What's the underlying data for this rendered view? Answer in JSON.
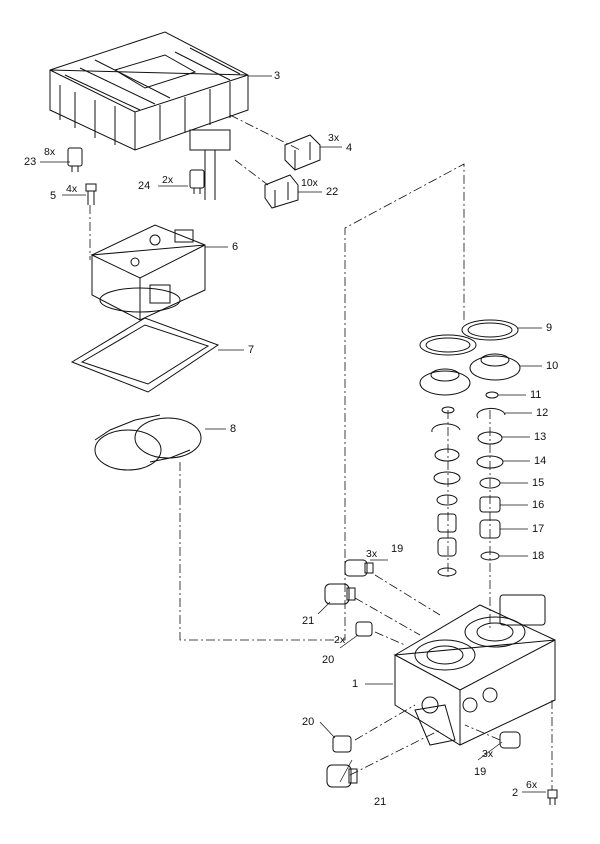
{
  "callouts": [
    {
      "id": "p3",
      "num": "3"
    },
    {
      "id": "p4",
      "num": "4",
      "qty": "3x"
    },
    {
      "id": "p23",
      "num": "23",
      "qty": "8x"
    },
    {
      "id": "p24",
      "num": "24",
      "qty": "2x"
    },
    {
      "id": "p22",
      "num": "22",
      "qty": "10x"
    },
    {
      "id": "p5",
      "num": "5",
      "qty": "4x"
    },
    {
      "id": "p6",
      "num": "6"
    },
    {
      "id": "p7",
      "num": "7"
    },
    {
      "id": "p8",
      "num": "8"
    },
    {
      "id": "p9",
      "num": "9"
    },
    {
      "id": "p10",
      "num": "10"
    },
    {
      "id": "p11",
      "num": "11"
    },
    {
      "id": "p12",
      "num": "12"
    },
    {
      "id": "p13",
      "num": "13"
    },
    {
      "id": "p14",
      "num": "14"
    },
    {
      "id": "p15",
      "num": "15"
    },
    {
      "id": "p16",
      "num": "16"
    },
    {
      "id": "p17",
      "num": "17"
    },
    {
      "id": "p18",
      "num": "18"
    },
    {
      "id": "p19a",
      "num": "19",
      "qty": "3x"
    },
    {
      "id": "p21a",
      "num": "21"
    },
    {
      "id": "p20a",
      "num": "20",
      "qty": "2x"
    },
    {
      "id": "p1",
      "num": "1"
    },
    {
      "id": "p20b",
      "num": "20"
    },
    {
      "id": "p19b",
      "num": "19",
      "qty": "3x"
    },
    {
      "id": "p21b",
      "num": "21"
    },
    {
      "id": "p2",
      "num": "2",
      "qty": "6x"
    }
  ]
}
